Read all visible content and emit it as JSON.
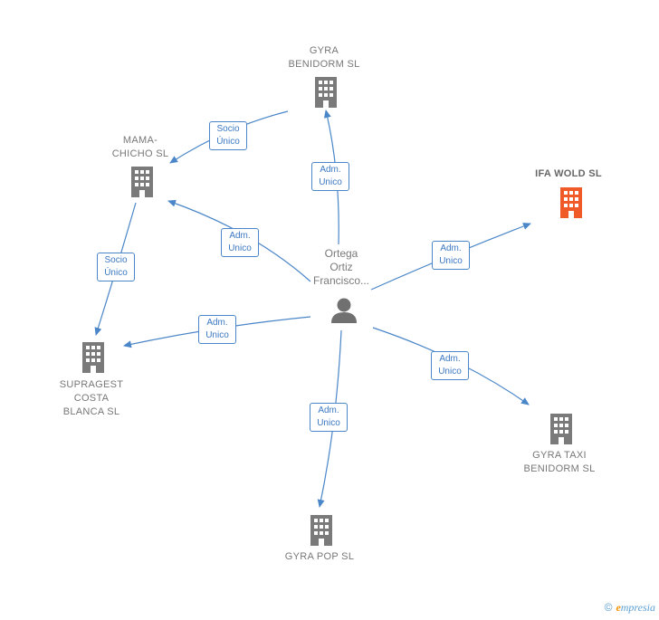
{
  "colors": {
    "edge": "#4a86c8",
    "building": "#7a7a7a",
    "building_highlight": "#f05a28",
    "person": "#707070"
  },
  "person": {
    "name": "Ortega\nOrtiz\nFrancisco...",
    "icon": "person-icon"
  },
  "companies": {
    "gyra_benidorm": "GYRA\nBENIDORM  SL",
    "mama_chicho": "MAMA-\nCHICHO SL",
    "ifa_wold": "IFA WOLD  SL",
    "supragest": "SUPRAGEST\nCOSTA\nBLANCA SL",
    "gyra_taxi": "GYRA TAXI\nBENIDORM  SL",
    "gyra_pop": "GYRA POP  SL"
  },
  "edges": {
    "socio_gyra_mama": "Socio\nÚnico",
    "socio_mama_supragest": "Socio\nÚnico",
    "adm_gyra_benidorm": "Adm.\nUnico",
    "adm_mama": "Adm.\nUnico",
    "adm_ifa": "Adm.\nUnico",
    "adm_supragest": "Adm.\nUnico",
    "adm_gyra_taxi": "Adm.\nUnico",
    "adm_gyra_pop": "Adm.\nUnico"
  },
  "footer": {
    "copyright": "©",
    "brand_initial": "e",
    "brand_rest": "mpresia"
  }
}
